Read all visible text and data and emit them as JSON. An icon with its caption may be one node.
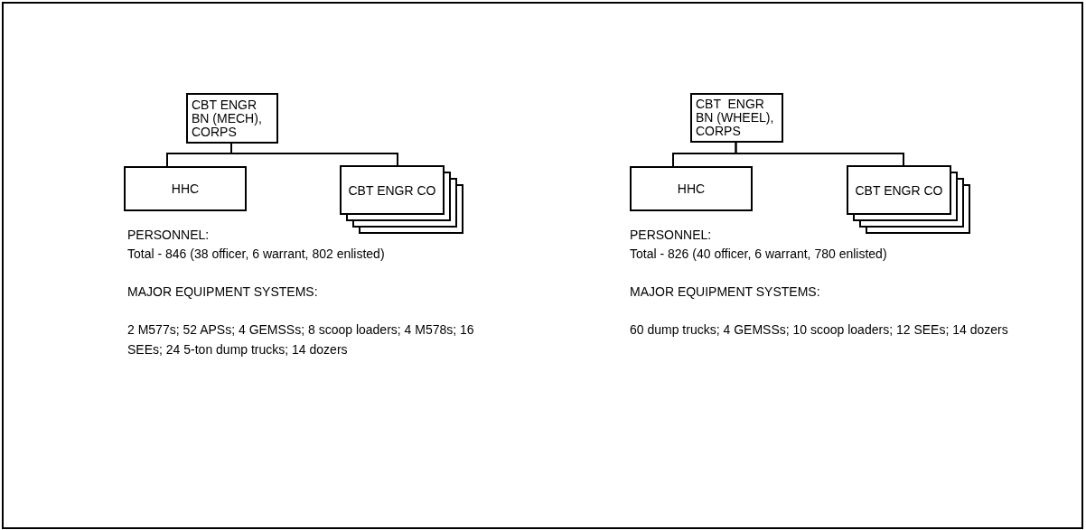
{
  "diagram": {
    "nodes": [
      {
        "text": [
          "CBT ENGR BN (MECH), CORPS"
        ]
      },
      {
        "text": [
          "HHC"
        ]
      },
      {
        "text": [
          "CBT ENGR CO"
        ]
      },
      {
        "text": [
          "CBT  ENGR BN (WHEEL), CORPS"
        ]
      },
      {
        "text": [
          "HHC"
        ]
      },
      {
        "text": [
          "CBT ENGR CO"
        ]
      }
    ],
    "edges": [
      {
        "from": 0,
        "to": 1,
        "arrow": "none"
      },
      {
        "from": 0,
        "to": 2,
        "arrow": "none"
      },
      {
        "from": 3,
        "to": 4,
        "arrow": "none"
      },
      {
        "from": 3,
        "to": 5,
        "arrow": "none"
      }
    ],
    "labels": [
      "PERSONNEL:",
      "Total - 846 (38 officer, 6 warrant, 802 enlisted)",
      "MAJOR EQUIPMENT SYSTEMS:",
      "2 M577s; 52 APSs; 4 GEMSSs; 8 scoop loaders; 4 M578s; 16 SEEs; 24 5-ton dump trucks; 14 dozers",
      "PERSONNEL:",
      "Total - 826 (40 officer, 6 warrant, 780 enlisted)",
      "MAJOR EQUIPMENT SYSTEMS:",
      "60 dump trucks; 4 GEMSSs; 10 scoop loaders; 12 SEEs; 14 dozers"
    ]
  }
}
